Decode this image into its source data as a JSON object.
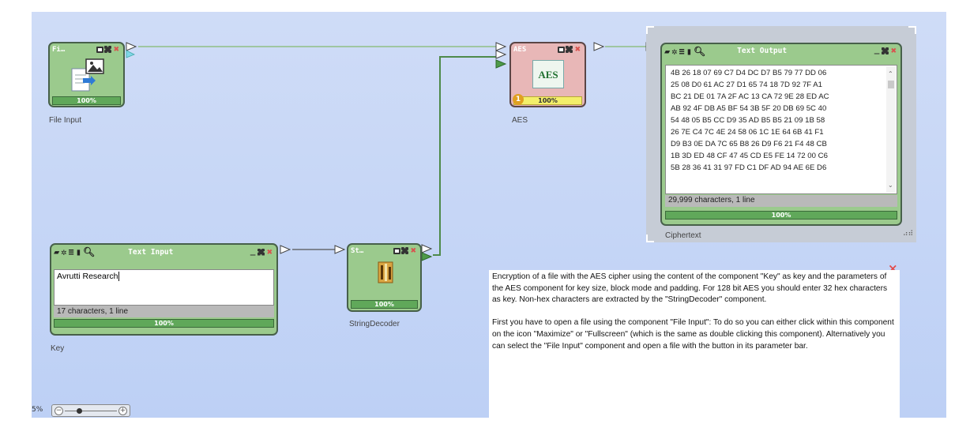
{
  "components": {
    "file_input": {
      "header": "Fi…",
      "progress": "100%",
      "caption": "File Input"
    },
    "aes": {
      "header": "AES",
      "icon_text": "AES",
      "badge": "1",
      "progress": "100%",
      "caption": "AES"
    },
    "text_output": {
      "header": "Text Output",
      "lines": [
        "4B 26 18 07 69 C7 D4 DC D7 B5 79 77 DD 06",
        "25 08 D0 61 AC 27 D1 65 74 18 7D 92 7F A1",
        "BC 21 DE 01 7A 2F AC 13 CA 72 9E 28 ED AC",
        "AB 92 4F DB A5 BF 54 3B 5F 20 DB 69 5C 40",
        "54 48 05 B5 CC D9 35 AD B5 B5 21 09 1B 58",
        "26 7E C4 7C 4E 24 58 06 1C 1E 64 6B 41 F1",
        "D9 B3 0E DA 7C 65 B8 26 D9 F6 21 F4 48 CB",
        "1B 3D ED 48 CF 47 45 CD E5 FE 14 72 00 C6",
        "5B 28 36 41 31 97 FD C1 DF AD 94 AE 6E D6"
      ],
      "status": "29,999 characters,  1 line",
      "progress": "100%",
      "caption": "Ciphertext"
    },
    "text_input": {
      "header": "Text Input",
      "value": "Avrutti Research",
      "status": "17 characters,  1 line",
      "progress": "100%",
      "caption": "Key"
    },
    "string_decoder": {
      "header": "St…",
      "progress": "100%",
      "caption": "StringDecoder"
    }
  },
  "description": {
    "paragraphs": [
      "Encryption of a file with the AES cipher using the content of the component \"Key\" as key and the parameters of the AES component for key size, block mode and padding. For 128 bit AES you should enter 32 hex characters as key. Non-hex characters are extracted by the \"StringDecoder\" component.",
      "First you have to open a file using the component \"File Input\": To do so you can either click within this component on the icon \"Maximize\" or \"Fullscreen\" (which is the same as double clicking this component). Alternatively you can select the \"File Input\" component and open a file with the button in its parameter bar."
    ],
    "close": "×"
  },
  "zoom": {
    "label": "5%",
    "level": 0.25
  },
  "colors": {
    "canvas": "#c8d8f6",
    "component": "#9bca8d",
    "aes": "#e8b7b7",
    "wire": "#4e8a4a"
  },
  "icons": [
    "document-image-icon",
    "aes-icon",
    "string-decoder-icon",
    "gear-icon",
    "list-icon",
    "clipboard-icon",
    "search-icon",
    "maximize-icon",
    "fullscreen-icon",
    "close-icon",
    "minimize-icon"
  ]
}
